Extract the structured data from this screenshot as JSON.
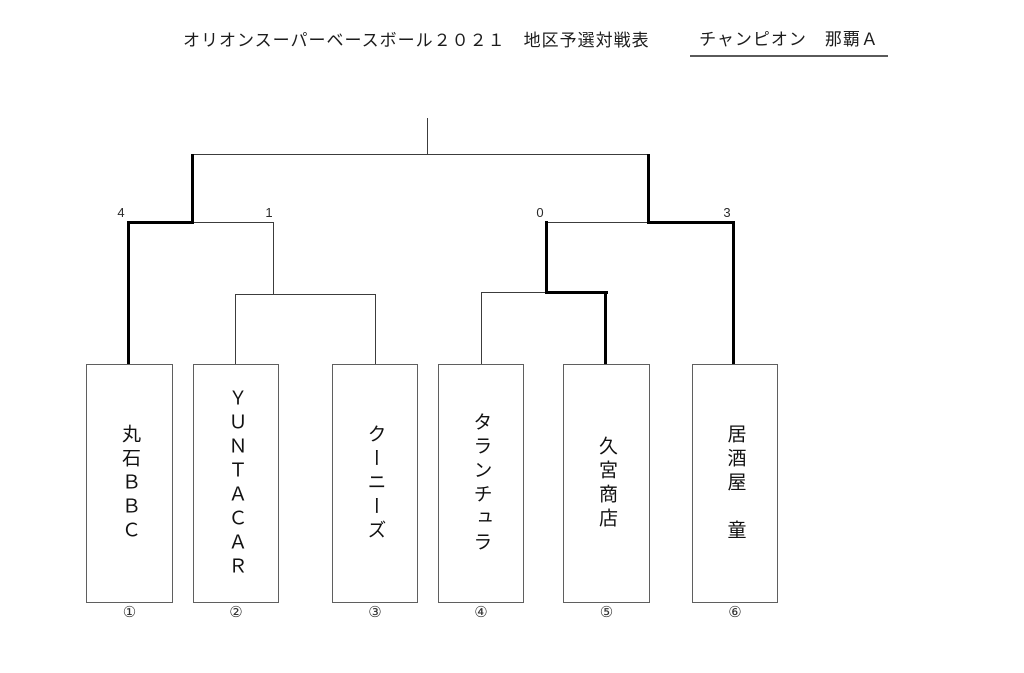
{
  "header": {
    "title": "オリオンスーパーベースボール２０２１　地区予選対戦表",
    "champion_label": "チャンピオン　那覇Ａ"
  },
  "scores": {
    "sf_left_team1": "4",
    "sf_left_qf_winner": "1",
    "sf_right_qf_winner": "0",
    "sf_right_team6": "3"
  },
  "teams": [
    {
      "seed": "①",
      "name": "丸石ＢＢＣ"
    },
    {
      "seed": "②",
      "name": "ＹＵＮＴＡＣＡＲ"
    },
    {
      "seed": "③",
      "name": "クーニーズ"
    },
    {
      "seed": "④",
      "name": "タランチュラ"
    },
    {
      "seed": "⑤",
      "name": "久宮商店"
    },
    {
      "seed": "⑥",
      "name": "居酒屋　童"
    }
  ]
}
